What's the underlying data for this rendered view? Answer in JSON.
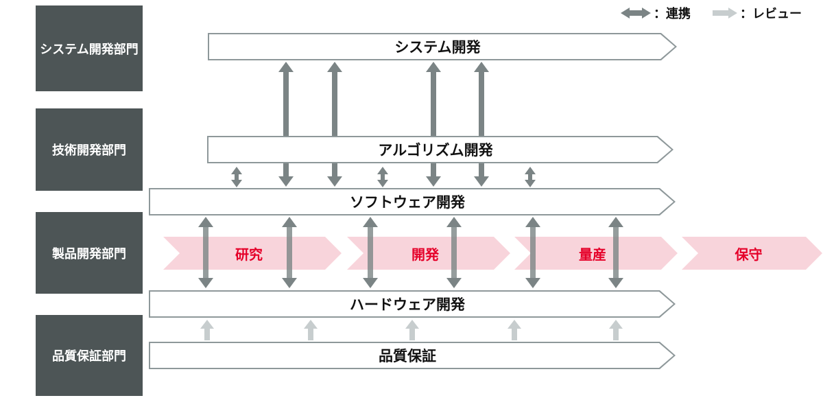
{
  "legend": {
    "collaboration": {
      "icon": "collaboration-arrow-icon",
      "label": "：連携"
    },
    "review": {
      "icon": "review-arrow-icon",
      "label": "：レビュー"
    }
  },
  "departments": [
    {
      "label": "システム開発部門"
    },
    {
      "label": "技術開発部門"
    },
    {
      "label": "製品開発部門"
    },
    {
      "label": "品質保証部門"
    }
  ],
  "process_bars": [
    {
      "label": "システム開発"
    },
    {
      "label": "アルゴリズム開発"
    },
    {
      "label": "ソフトウェア開発"
    },
    {
      "label": "ハードウェア開発"
    },
    {
      "label": "品質保証"
    }
  ],
  "product_phases": [
    {
      "label": "研究"
    },
    {
      "label": "開発"
    },
    {
      "label": "量産"
    },
    {
      "label": "保守"
    }
  ],
  "colors": {
    "bg": "#ffffff",
    "dept_box": "#4d5556",
    "bar_border": "#8e989a",
    "bar_fill": "#ffffff",
    "bar_text": "#111111",
    "collab_arrow": "#7b8485",
    "review_arrow": "#c7cdce",
    "phase_fill": "#f8d4db",
    "phase_text": "#e50029"
  }
}
